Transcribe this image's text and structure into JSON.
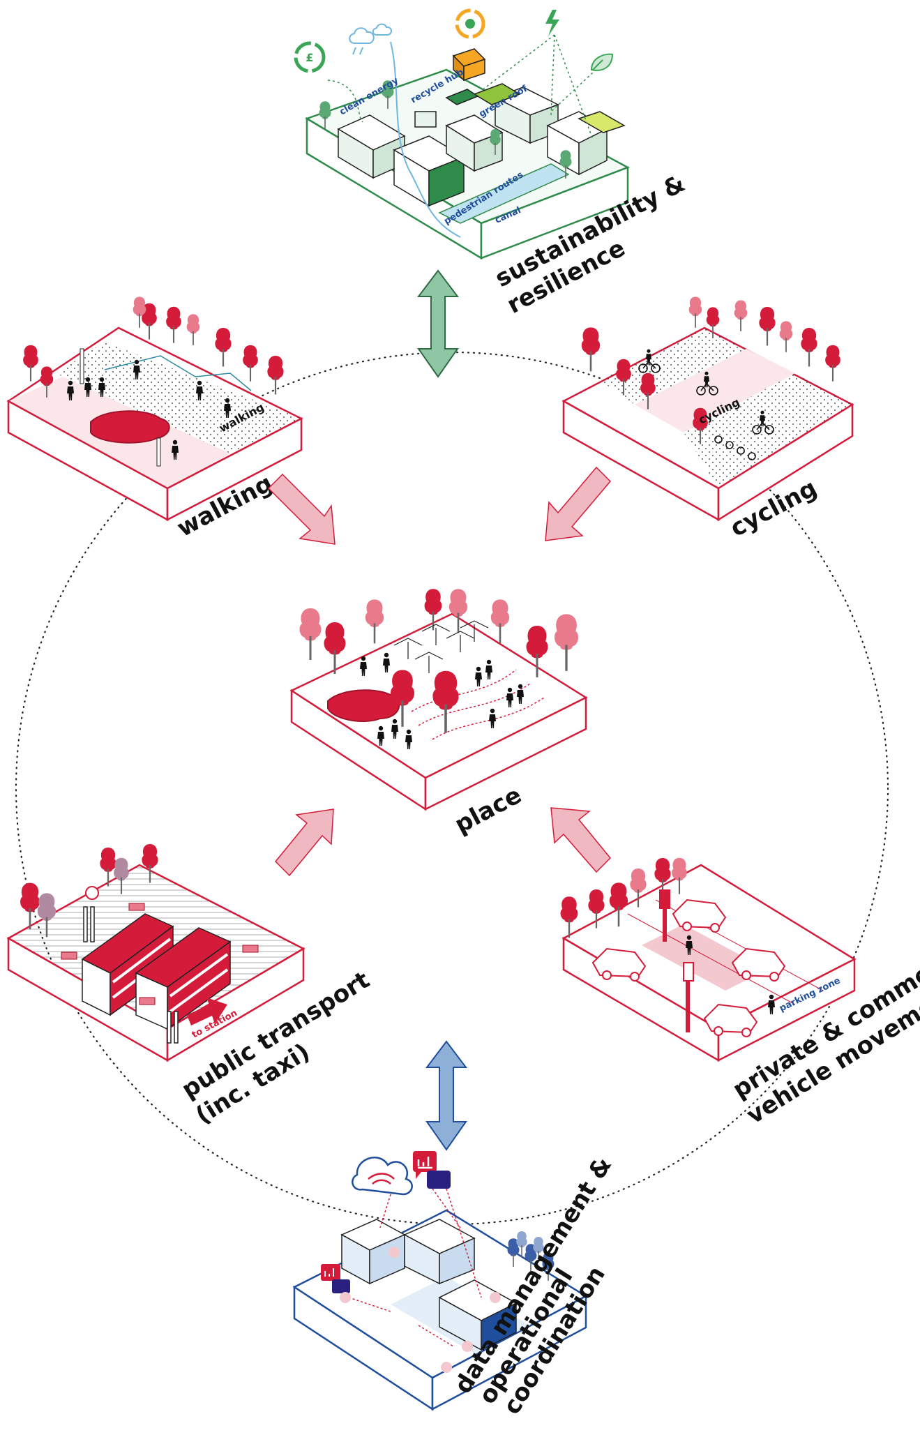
{
  "nodes": {
    "sustainability": {
      "title_line1": "sustainability &",
      "title_line2": "resilience",
      "color": "#2e8b4a",
      "tags": {
        "clean_energy": "clean energy",
        "recycle_hub": "recycle hub",
        "green_roof": "green roof",
        "pedestrian_routes": "pedestrian routes",
        "canal": "canal"
      }
    },
    "walking": {
      "title": "walking",
      "color": "#d41c3a",
      "tag": "walking"
    },
    "cycling": {
      "title": "cycling",
      "color": "#d41c3a",
      "tag": "cycling"
    },
    "place": {
      "title": "place",
      "color": "#d41c3a"
    },
    "public_transport": {
      "title_line1": "public transport",
      "title_line2": "(inc. taxi)",
      "color": "#d41c3a",
      "tag": "to station"
    },
    "private_vehicles": {
      "title_line1": "private & commercial",
      "title_line2": "vehicle movements",
      "color": "#d41c3a",
      "tag": "parking zone"
    },
    "data": {
      "title_line1": "data management &",
      "title_line2": "operational",
      "title_line3": "coordination",
      "color": "#1f4e9c"
    }
  },
  "colors": {
    "red": "#d41c3a",
    "pink": "#f3c9cf",
    "light_pink": "#fbe6e9",
    "arrow_pink": "#f0b9c2",
    "green": "#2e8b4a",
    "green_arrow": "#8fc6a4",
    "blue": "#1f4e9c",
    "blue_arrow": "#8fb0d6"
  },
  "icons": [
    "recycle-icon",
    "cloud-rain-icon",
    "lightning-icon",
    "leaf-icon",
    "chart-bubble-icon",
    "wifi-signal-icon",
    "tree-icon",
    "person-icon",
    "bus-icon",
    "car-icon",
    "bicycle-icon"
  ]
}
